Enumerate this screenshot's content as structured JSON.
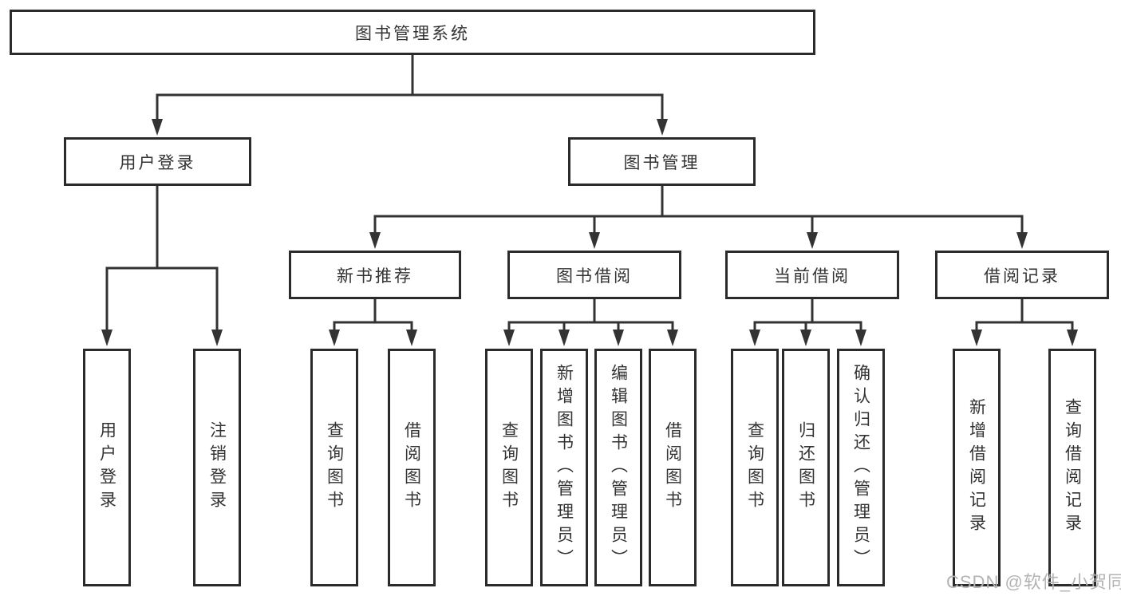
{
  "tree": {
    "root": "图书管理系统",
    "children": [
      {
        "label": "用户登录",
        "children": [
          "用户登录",
          "注销登录"
        ]
      },
      {
        "label": "图书管理",
        "children": [
          {
            "label": "新书推荐",
            "children": [
              "查询图书",
              "借阅图书"
            ]
          },
          {
            "label": "图书借阅",
            "children": [
              "查询图书",
              "新增图书（管理员）",
              "编辑图书（管理员）",
              "借阅图书"
            ]
          },
          {
            "label": "当前借阅",
            "children": [
              "查询图书",
              "归还图书",
              "确认归还（管理员）"
            ]
          },
          {
            "label": "借阅记录",
            "children": [
              "新增借阅记录",
              "查询借阅记录"
            ]
          }
        ]
      }
    ]
  },
  "watermark": {
    "text": "CSDN @软件_小贺同学"
  },
  "colors": {
    "line": "#333333",
    "border": "#2b2b2b",
    "text": "#333333",
    "background": "#ffffff",
    "watermark": "#b3b3b3"
  }
}
